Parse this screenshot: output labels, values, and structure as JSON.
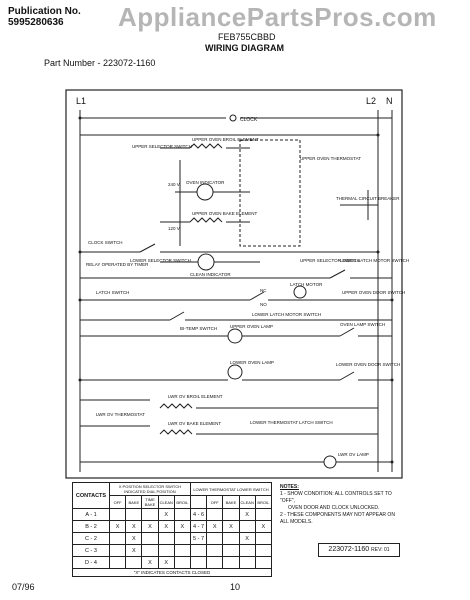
{
  "header": {
    "publication_label": "Publication No.",
    "publication_number": "5995280636",
    "model": "FEB755CBBD",
    "title": "WIRING DIAGRAM",
    "part_number": "Part Number - 223072-1160",
    "watermark": "AppliancePartsPros.com"
  },
  "diagram": {
    "line_labels": {
      "l1": "L1",
      "l2": "L2",
      "n": "N"
    },
    "components": {
      "clock": "CLOCK",
      "upper_broil_element": "UPPER OVEN BROIL ELEMENT",
      "upper_selector_switch": "UPPER SELECTOR SWITCH",
      "upper_oven_thermostat": "UPPER OVEN THERMOSTAT",
      "oven_indicator": "OVEN INDICATOR",
      "upper_bake_element": "UPPER OVEN BAKE ELEMENT",
      "thermal_circuit_breaker": "THERMAL CIRCUIT BREAKER",
      "clock_switch": "CLOCK SWITCH",
      "relay_operated_by_timer": "RELAY OPERATED BY TIMER",
      "lower_selector_switch": "LOWER SELECTOR SWITCH",
      "clean_indicator": "CLEAN INDICATOR",
      "latch_switch": "LATCH SWITCH",
      "lower_latch_motor_switch": "LOWER LATCH MOTOR SWITCH",
      "upper_selector_switch_2": "UPPER SELECTOR SWITCH",
      "latch_motor": "LATCH MOTOR",
      "upper_oven_door_switch": "UPPER OVEN DOOR SWITCH",
      "bi_temp_switch": "BI-TEMP SWITCH",
      "lower_latch_motor_switch_2": "LOWER LATCH MOTOR SWITCH",
      "upper_oven_lamp": "UPPER OVEN LAMP",
      "oven_lamp_switch": "OVEN LAMP SWITCH",
      "lower_oven_lamp": "LOWER OVEN LAMP",
      "lower_oven_door_switch": "LOWER OVEN DOOR SWITCH",
      "lwr_broil_element": "LWR OV BROIL ELEMENT",
      "lwr_bake_element": "LWR OV BAKE ELEMENT",
      "lwr_ov_thermostat": "LWR OV THERMOSTAT",
      "lower_thermostat_latch_switch": "LOWER THERMOSTAT LATCH SWITCH",
      "lwr_ov_lamp": "LWR OV LAMP",
      "nc": "NC",
      "no": "NO",
      "volt_240": "240 V",
      "volt_120": "120 V"
    }
  },
  "contacts_table": {
    "corner_label": "CONTACTS",
    "group1_title": "X POSITION SELECTOR SWITCH INDICATED DIAL POSITION",
    "group2_title": "LOWER THERMOSTAT LOWER SWITCH",
    "group1_cols": [
      "OFF",
      "BAKE",
      "TIME BAKE",
      "CLEAN",
      "BROIL"
    ],
    "group2_rows": [
      "4 - 6",
      "4 - 7",
      "5 - 7"
    ],
    "group2_cols": [
      "OFF",
      "BAKE",
      "CLEAN",
      "BROIL"
    ],
    "rows": [
      {
        "label": "A - 1",
        "marks": [
          "",
          "",
          "",
          "X",
          ""
        ]
      },
      {
        "label": "B - 2",
        "marks": [
          "X",
          "X",
          "X",
          "X",
          "X"
        ]
      },
      {
        "label": "C - 2",
        "marks": [
          "",
          "X",
          "",
          "",
          ""
        ]
      },
      {
        "label": "C - 3",
        "marks": [
          "",
          "X",
          "",
          "",
          ""
        ]
      },
      {
        "label": "D - 4",
        "marks": [
          "",
          "",
          "X",
          "X",
          ""
        ]
      }
    ],
    "g2_marks": [
      [
        "",
        "",
        "X",
        ""
      ],
      [
        "X",
        "X",
        "",
        "X"
      ],
      [
        "",
        "",
        "X",
        ""
      ]
    ],
    "footnote": "\"X\" INDICATES CONTACTS CLOSED"
  },
  "notes": {
    "title": "NOTES:",
    "lines": [
      "1 - SHOW CONDITION: ALL CONTROLS SET TO \"OFF\",",
      "OVEN DOOR AND CLOCK UNLOCKED.",
      "2 - THESE COMPONENTS MAY NOT APPEAR ON ALL MODELS."
    ]
  },
  "part_box": {
    "text": "223072-1160",
    "rev": "REV: 01"
  },
  "footer": {
    "date": "07/96",
    "page": "10"
  }
}
